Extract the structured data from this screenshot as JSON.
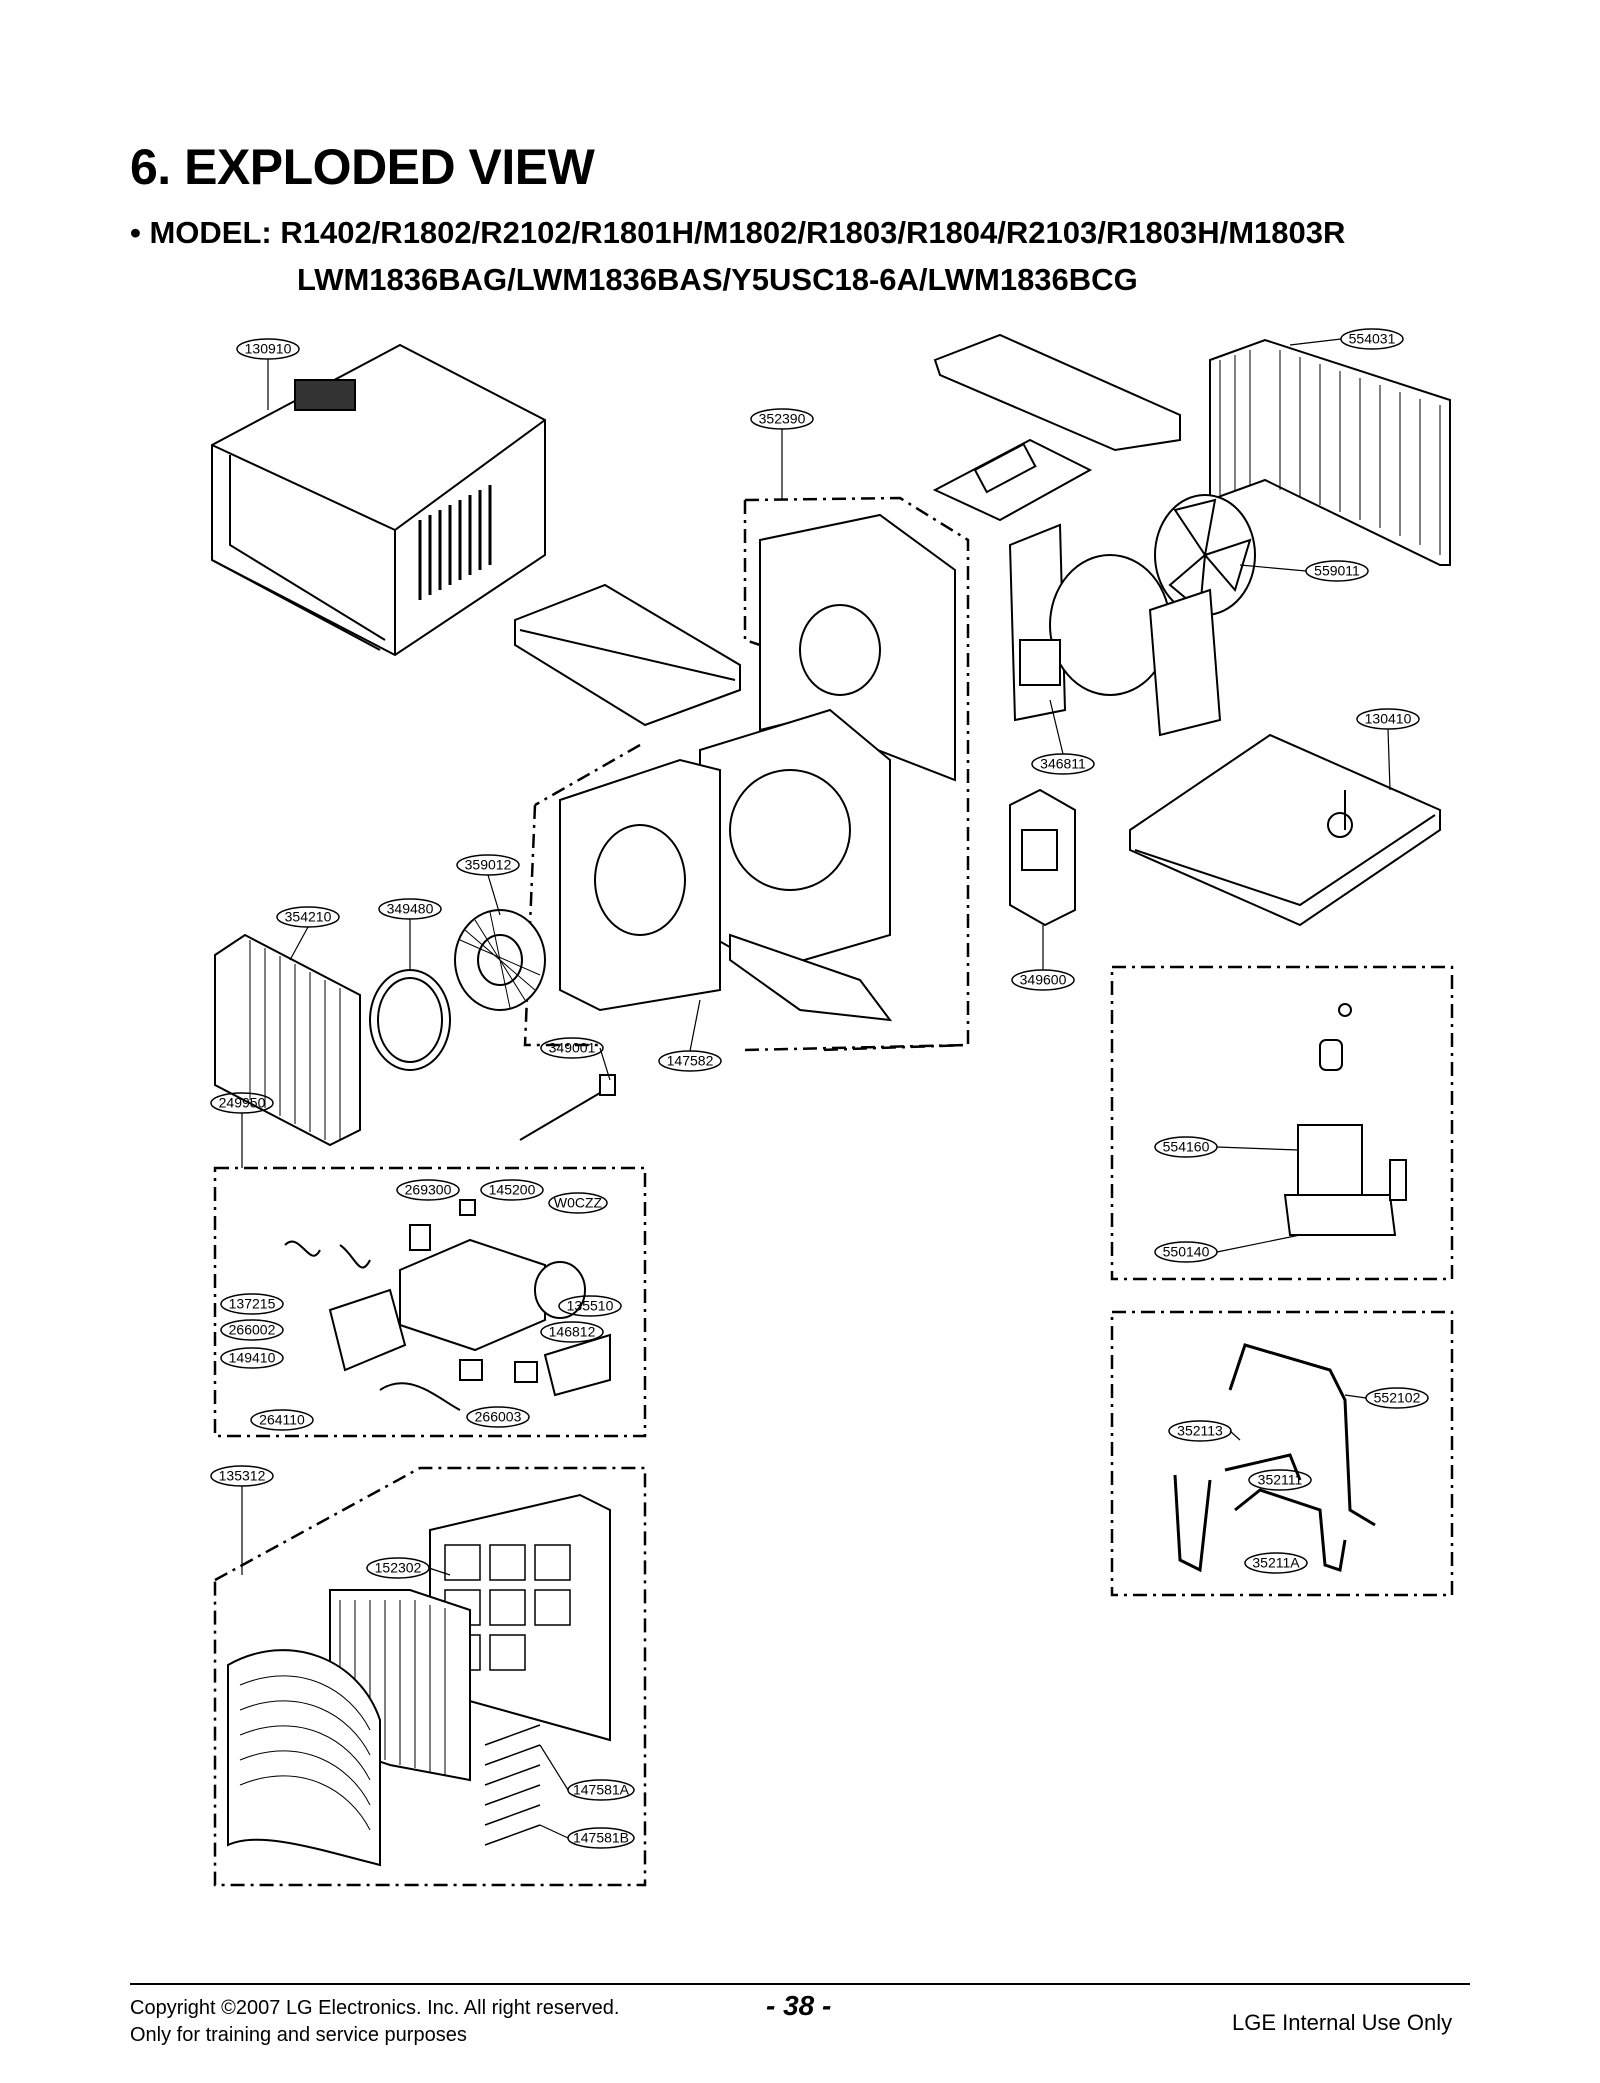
{
  "title": "6. EXPLODED VIEW",
  "model_line1": "• MODEL: R1402/R1802/R2102/R1801H/M1802/R1803/R1804/R2103/R1803H/M1803R",
  "model_line2": "LWM1836BAG/LWM1836BAS/Y5USC18-6A/LWM1836BCG",
  "parts": {
    "p130910": "130910",
    "p352390": "352390",
    "p554031": "554031",
    "p559011": "559011",
    "p130410": "130410",
    "p346811": "346811",
    "p359012": "359012",
    "p349480": "349480",
    "p354210": "354210",
    "p349600": "349600",
    "p349001": "349001",
    "p147582": "147582",
    "p249950": "249950",
    "p554160": "554160",
    "p550140": "550140",
    "p269300": "269300",
    "p145200": "145200",
    "pW0CZZ": "W0CZZ",
    "p137215": "137215",
    "p135510": "135510",
    "p266002": "266002",
    "p146812": "146812",
    "p149410": "149410",
    "p264110": "264110",
    "p266003": "266003",
    "p552102": "552102",
    "p352113": "352113",
    "p352111": "352111",
    "p35211A": "35211A",
    "p135312": "135312",
    "p152302": "152302",
    "p147581A": "147581A",
    "p147581B": "147581B"
  },
  "footer": {
    "copyright": "Copyright ©2007 LG Electronics. Inc. All right reserved.",
    "purpose": "Only for training and service purposes",
    "page": "- 38 -",
    "internal": "LGE Internal Use Only"
  }
}
